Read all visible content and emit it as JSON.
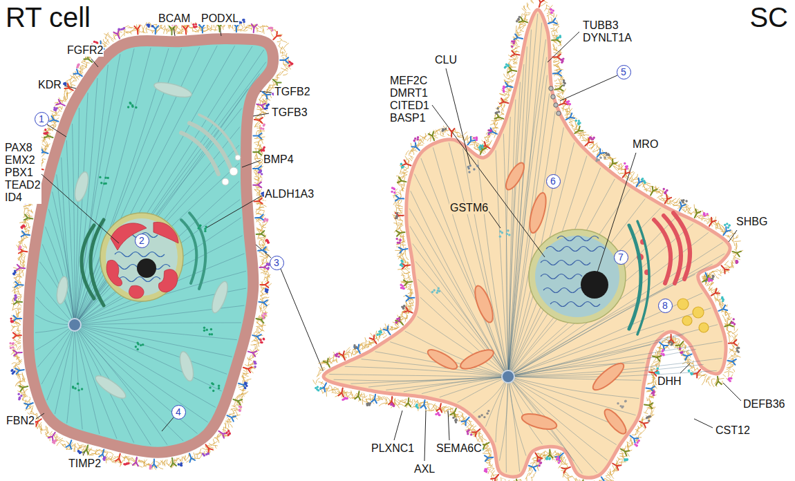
{
  "diagram": {
    "nodes": [
      {
        "text": [
          "RT cell"
        ]
      },
      {
        "text": [
          "SC"
        ]
      }
    ],
    "labels": [
      "BCAM",
      "PODXL",
      "FGFR2",
      "KDR",
      "TGFB2",
      "TGFB3",
      "1",
      "PAX8 EMX2 PBX1 TEAD2 ID4",
      "BMP4",
      "2",
      "ALDH1A3",
      "3",
      "4",
      "FBN2",
      "TIMP2",
      "CLU",
      "TUBB3 DYNLT1A",
      "MEF2C DMRT1 CITED1 BASP1",
      "5",
      "MRO",
      "6",
      "GSTM6",
      "7",
      "SHBG",
      "8",
      "DHH",
      "DEFB36",
      "CST12",
      "PLXNC1",
      "AXL",
      "SEMA6C"
    ]
  }
}
